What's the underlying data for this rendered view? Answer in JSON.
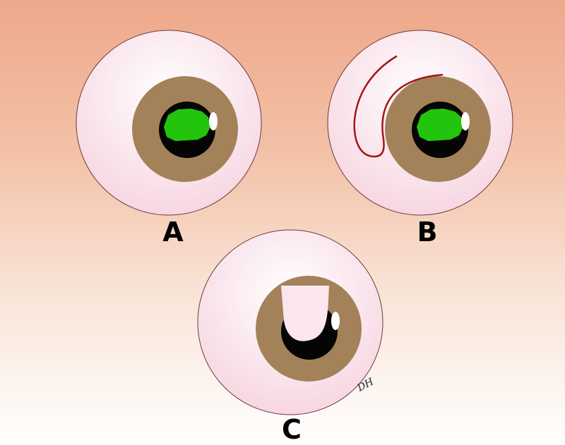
{
  "panels": [
    {
      "id": "A",
      "label": "A"
    },
    {
      "id": "B",
      "label": "B"
    },
    {
      "id": "C",
      "label": "C"
    }
  ],
  "signature": "DH",
  "colors": {
    "sclera_center": "#ffffff",
    "sclera_edge": "#f7d6e2",
    "iris": "#a3825a",
    "pupil": "#050505",
    "reflex": "#22c40e",
    "highlight": "#ffffff",
    "incision": "#a31515",
    "flap": "#fbe6ee"
  }
}
